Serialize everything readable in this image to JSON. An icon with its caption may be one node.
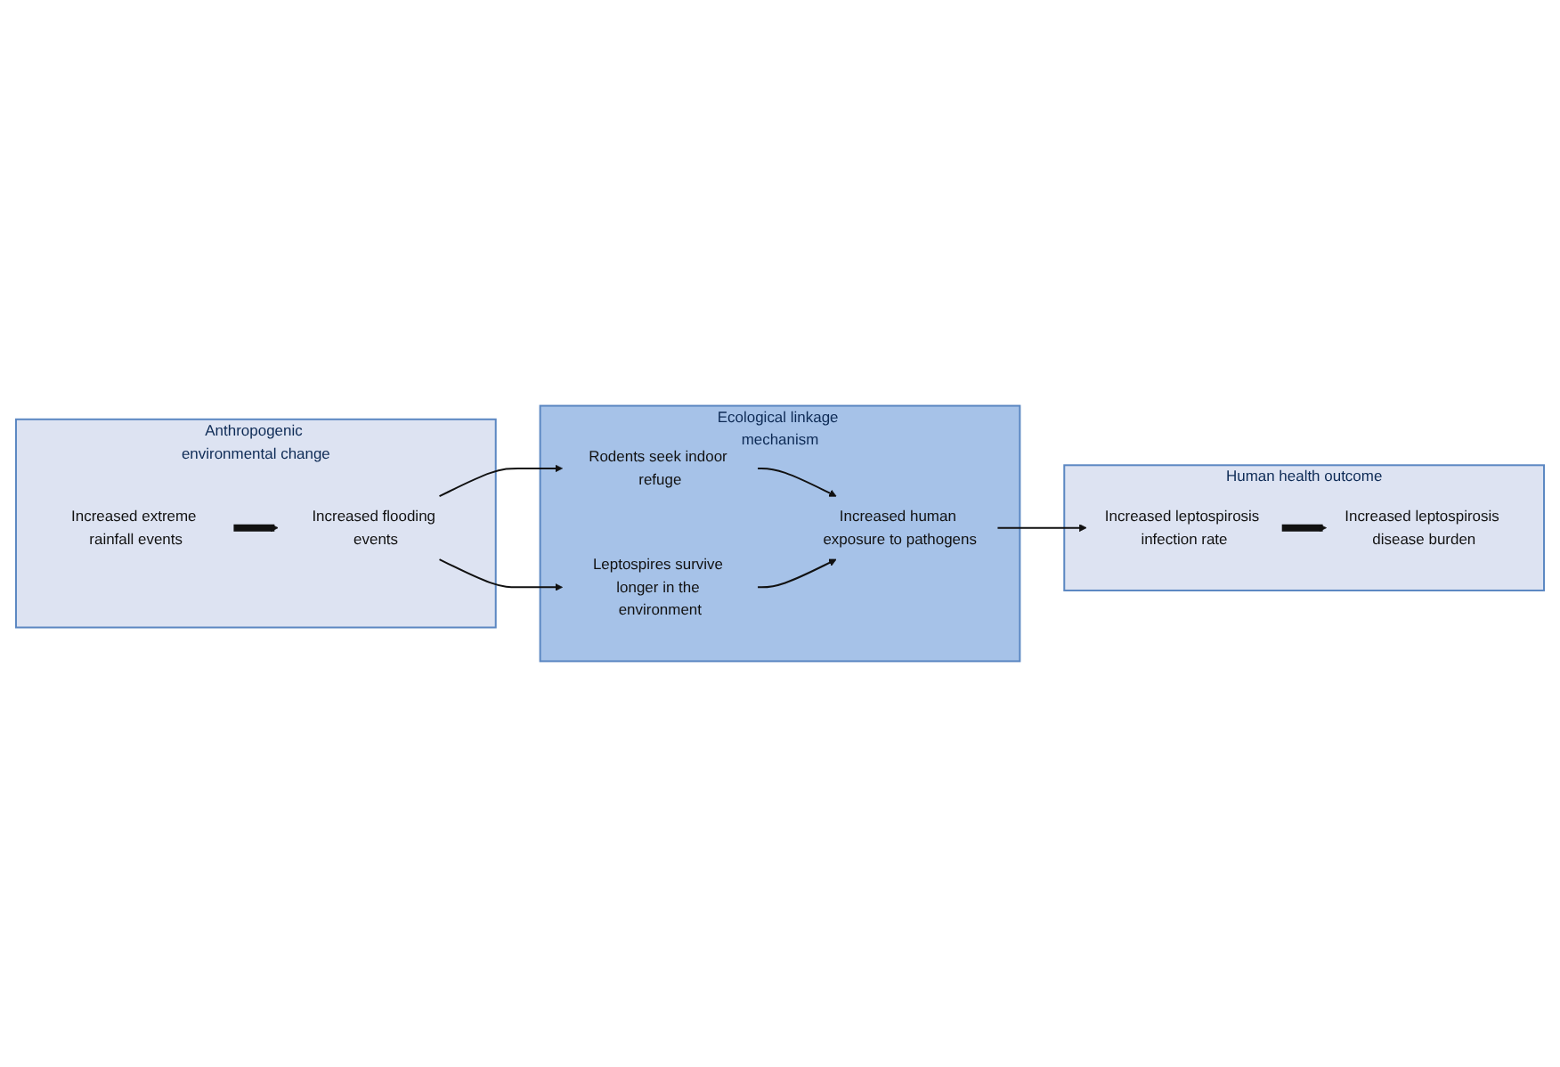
{
  "diagram": {
    "nodes": [
      {
        "text": [
          "Anthropogenic environmental change"
        ]
      },
      {
        "text": [
          "Increased extreme rainfall events"
        ],
        "in": 0
      },
      {
        "text": [
          "Increased flooding events"
        ],
        "in": 0
      },
      {
        "text": [
          "Ecological linkage mechanism"
        ]
      },
      {
        "text": [
          "Rodents seek indoor refuge"
        ],
        "in": 3
      },
      {
        "text": [
          "Increased human exposure to pathogens"
        ],
        "in": 3
      },
      {
        "text": [
          "Leptospires survive longer in the environment"
        ],
        "in": 3
      },
      {
        "text": [
          "Human health outcome"
        ]
      },
      {
        "text": [
          "Increased leptospirosis infection rate"
        ],
        "in": 7
      },
      {
        "text": [
          "Increased leptospirosis disease burden"
        ],
        "in": 7
      }
    ],
    "edges": [
      {
        "from": 1,
        "to": 2,
        "arrow": "to",
        "style": "thick"
      },
      {
        "from": 2,
        "to": 4,
        "arrow": "to"
      },
      {
        "from": 2,
        "to": 6,
        "arrow": "to"
      },
      {
        "from": 4,
        "to": 5,
        "arrow": "to"
      },
      {
        "from": 6,
        "to": 5,
        "arrow": "to"
      },
      {
        "from": 5,
        "to": 8,
        "arrow": "to"
      },
      {
        "from": 8,
        "to": 9,
        "arrow": "to",
        "style": "thick"
      }
    ]
  }
}
